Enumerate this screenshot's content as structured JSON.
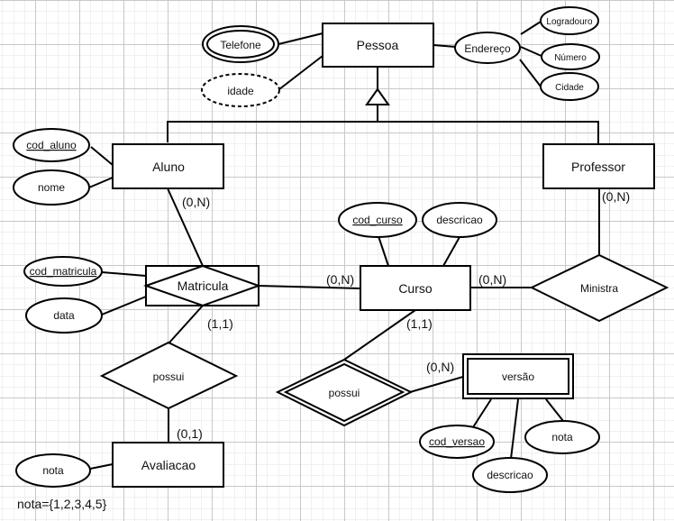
{
  "diagram": {
    "type": "ER diagram",
    "entities": {
      "pessoa": "Pessoa",
      "aluno": "Aluno",
      "professor": "Professor",
      "curso": "Curso",
      "avaliacao": "Avaliacao",
      "versao": "versão"
    },
    "relationships": {
      "matricula": "Matricula",
      "ministra": "Ministra",
      "possui_avaliacao": "possui",
      "possui_versao": "possui"
    },
    "attributes": {
      "telefone": "Telefone",
      "idade": "idade",
      "endereco": "Endereço",
      "logradouro": "Logradouro",
      "numero": "Número",
      "cidade": "Cidade",
      "cod_aluno": "cod_aluno",
      "nome": "nome",
      "cod_matricula": "cod_matricula",
      "data": "data",
      "cod_curso": "cod_curso",
      "descricao_curso": "descricao",
      "nota_avaliacao": "nota",
      "cod_versao": "cod_versao",
      "descricao_versao": "descricao",
      "nota_versao": "nota"
    },
    "cardinalities": {
      "aluno_matricula": "(0,N)",
      "matricula_curso": "(0,N)",
      "curso_ministra": "(0,N)",
      "professor_ministra": "(0,N)",
      "matricula_possui": "(1,1)",
      "avaliacao_possui": "(0,1)",
      "curso_possui": "(1,1)",
      "versao_possui": "(0,N)"
    },
    "note": "nota={1,2,3,4,5}"
  },
  "colors": {
    "grid_minor": "#f0f0f0",
    "grid_major": "#c8c8c8",
    "stroke": "#000000",
    "background": "#ffffff"
  }
}
